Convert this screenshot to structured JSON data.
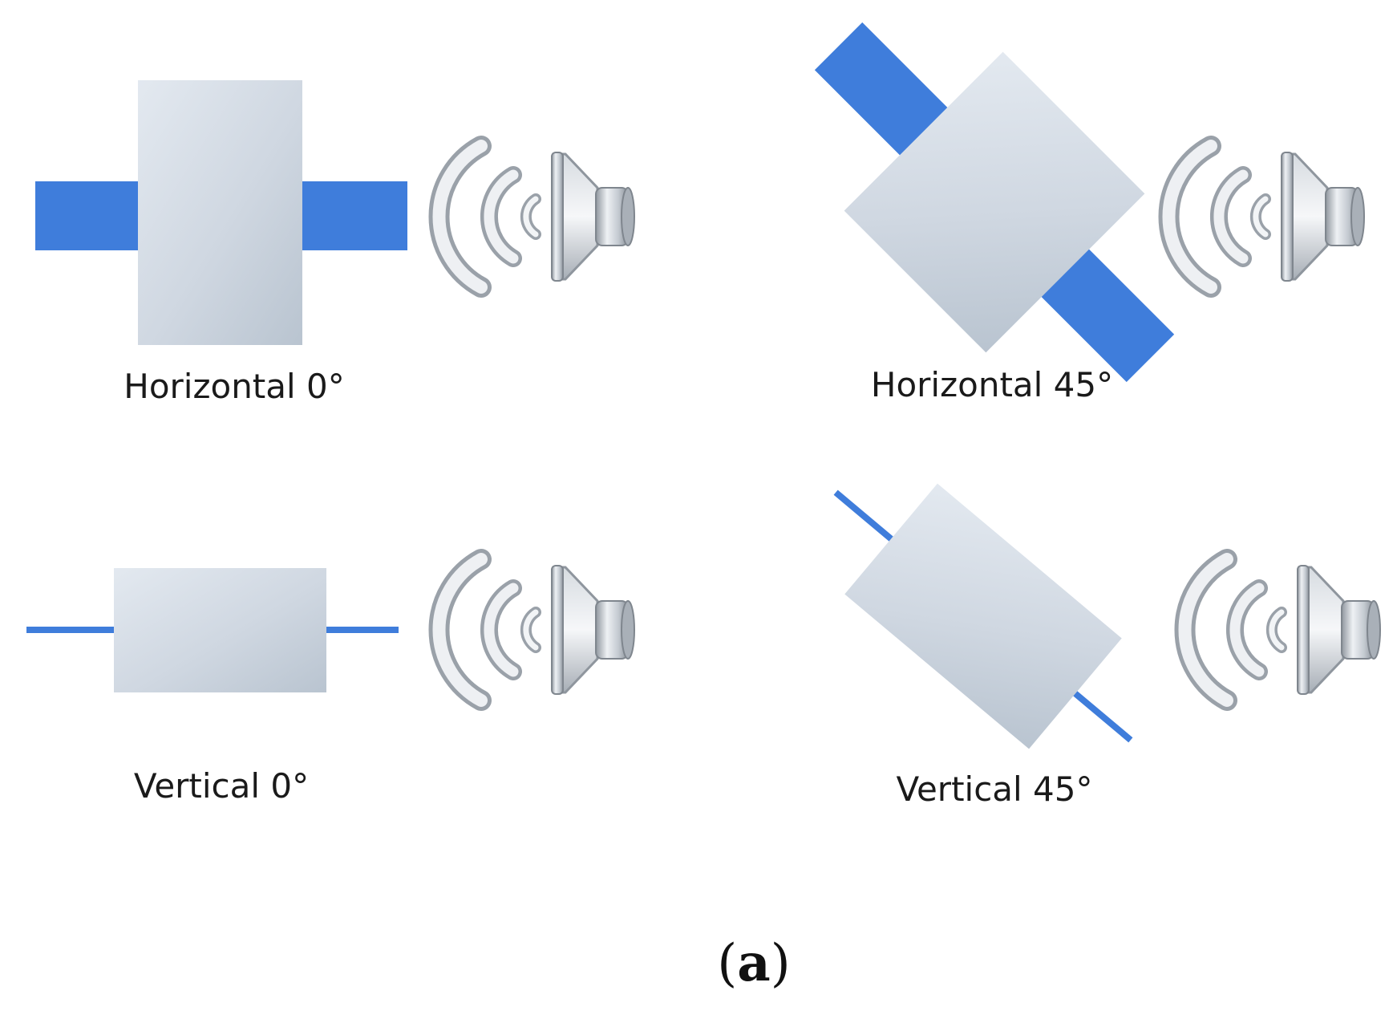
{
  "colors": {
    "blue_strip": "#3f7ddb",
    "block_light": "#dde4ec",
    "block_dark": "#b5c0cc",
    "speaker_metal": "#c9ced4"
  },
  "panels": [
    {
      "label": "Horizontal 0°",
      "orientation": "horizontal",
      "angle_deg": 0,
      "icon": "speaker-icon"
    },
    {
      "label": "Horizontal 45°",
      "orientation": "horizontal",
      "angle_deg": 45,
      "icon": "speaker-icon"
    },
    {
      "label": "Vertical 0°",
      "orientation": "vertical",
      "angle_deg": 0,
      "icon": "speaker-icon"
    },
    {
      "label": "Vertical 45°",
      "orientation": "vertical",
      "angle_deg": 45,
      "icon": "speaker-icon"
    }
  ],
  "figure_label": {
    "open": "(",
    "letter": "a",
    "close": ")"
  }
}
